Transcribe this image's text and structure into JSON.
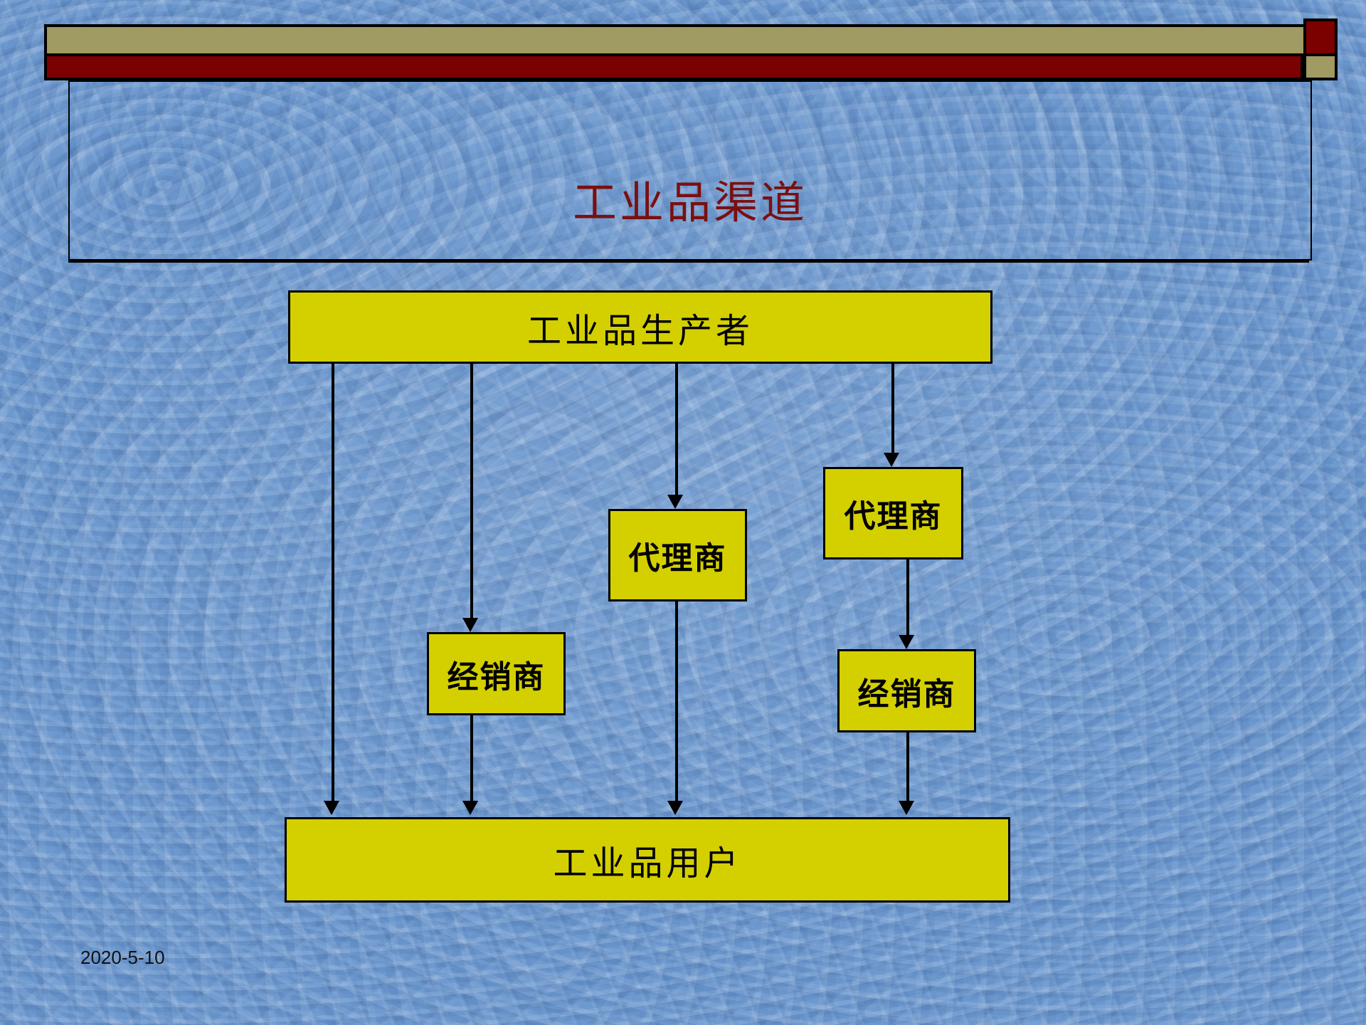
{
  "slide": {
    "title": "工业品渠道",
    "date": "2020-5-10",
    "colors": {
      "background": "#6d99cf",
      "title_text": "#7a0f10",
      "bar_tan": "#a09a63",
      "bar_red": "#7b0000",
      "node_fill": "#d4d000",
      "node_border": "#000000"
    }
  },
  "diagram": {
    "type": "flowchart",
    "orientation": "top-to-bottom",
    "nodes": {
      "producer": "工业品生产者",
      "agent_mid": "代理商",
      "agent_right": "代理商",
      "dealer_left": "经销商",
      "dealer_right": "经销商",
      "user": "工业品用户"
    },
    "paths": [
      [
        "工业品生产者",
        "工业品用户"
      ],
      [
        "工业品生产者",
        "经销商",
        "工业品用户"
      ],
      [
        "工业品生产者",
        "代理商",
        "工业品用户"
      ],
      [
        "工业品生产者",
        "代理商",
        "经销商",
        "工业品用户"
      ]
    ]
  }
}
